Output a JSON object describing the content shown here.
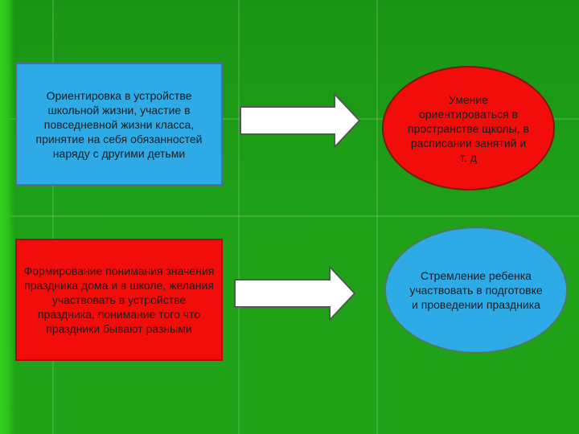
{
  "colors": {
    "background": "#1d9a16",
    "accent_bar": "#33d11f",
    "blue_shape": "#2eaae7",
    "red_shape": "#f20c0a",
    "arrow_fill": "#ffffff",
    "text": "#1c1c1c"
  },
  "diagram": {
    "row1": {
      "source_text": "Ориентировка в устройстве школьной жизни, участие в повседневной жизни класса, принятие на себя обязанностей наряду с другими детьми",
      "result_text": "Умение ориентироваться в пространстве щколы, в расписании занятий и т. д"
    },
    "row2": {
      "source_text": "Формирование понимания значения праздника дома и в школе, желания участвовать в устройстве праздника, понимание того что праздники бывают разными",
      "result_text": "Стремление ребенка участвовать в подготовке и проведении праздника"
    },
    "arrow_icon": "right-arrow-icon"
  }
}
